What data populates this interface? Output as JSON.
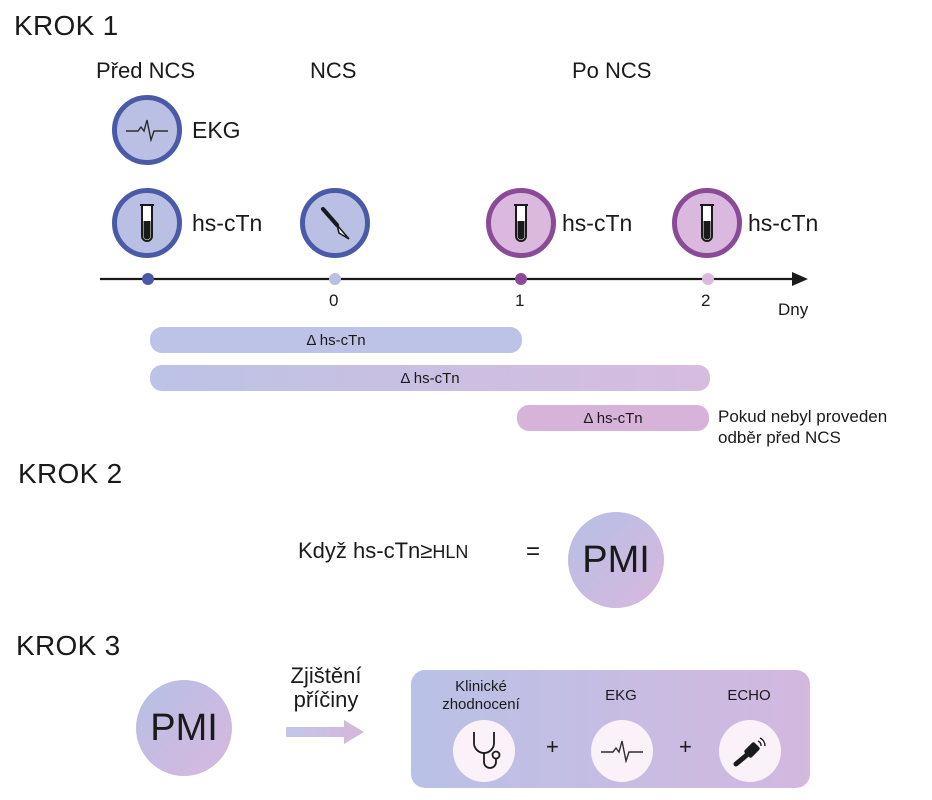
{
  "step1": {
    "title": "KROK 1",
    "phases": [
      "Před NCS",
      "NCS",
      "Po NCS"
    ],
    "ekg_label": "EKG",
    "test_label": "hs-cTn",
    "axis": {
      "ticks": [
        "0",
        "1",
        "2"
      ],
      "unit": "Dny"
    },
    "bars": [
      {
        "label": "Δ hs-cTn",
        "from": -1,
        "to": 1
      },
      {
        "label": "Δ hs-cTn",
        "from": -1,
        "to": 2
      },
      {
        "label": "Δ hs-cTn",
        "from": 1,
        "to": 2
      }
    ],
    "note_line1": "Pokud nebyl proveden",
    "note_line2": "odběr před NCS",
    "colors": {
      "blue": "#4a5aa6",
      "blue_fill": "#b9c0e3",
      "purple": "#8a4a97",
      "purple_fill": "#dbb9de"
    }
  },
  "step2": {
    "title": "KROK 2",
    "condition": "Když hs-cTn",
    "geq": "≥",
    "hln": "HLN",
    "equals": "=",
    "result": "PMI"
  },
  "step3": {
    "title": "KROK 3",
    "pmi": "PMI",
    "arrow_line1": "Zjištění",
    "arrow_line2": "příčiny",
    "items": [
      {
        "line1": "Klinické",
        "line2": "zhodnocení",
        "icon": "stethoscope-icon"
      },
      {
        "line1": "EKG",
        "line2": "",
        "icon": "ecg-icon"
      },
      {
        "line1": "ECHO",
        "line2": "",
        "icon": "ultrasound-probe-icon"
      }
    ],
    "plus": "+"
  }
}
